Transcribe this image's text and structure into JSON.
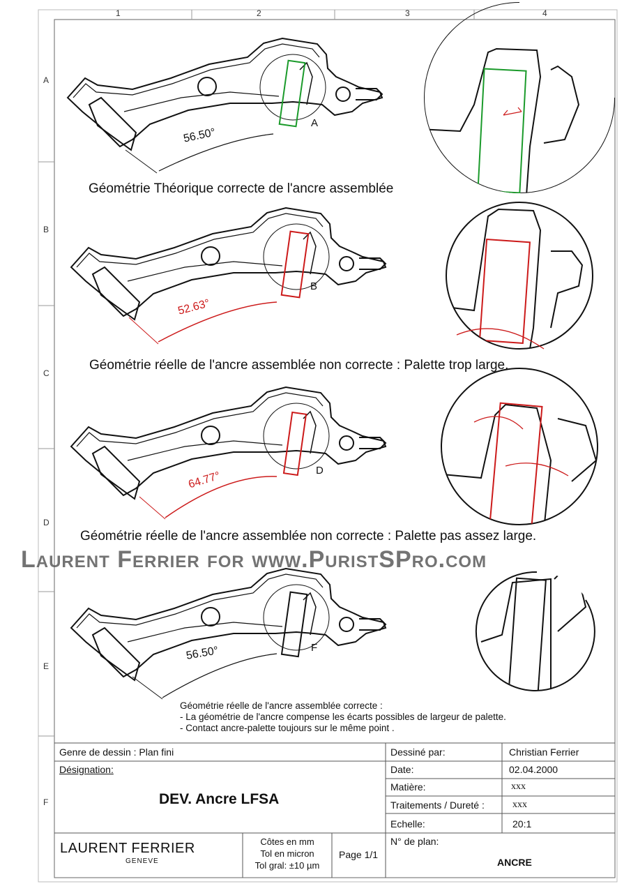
{
  "frame": {
    "columns": [
      "1",
      "2",
      "3",
      "4"
    ],
    "rows": [
      "A",
      "B",
      "C",
      "D",
      "E",
      "F"
    ]
  },
  "views": [
    {
      "angle": "56.50°",
      "detail_label": "A",
      "caption": "Géométrie Théorique correcte de l'ancre assemblée",
      "color": "#1a9a2a"
    },
    {
      "angle": "52.63°",
      "detail_label": "B",
      "caption": "Géométrie réelle de l'ancre assemblée non correcte : Palette trop large.",
      "color": "#cc1a1a"
    },
    {
      "angle": "64.77°",
      "detail_label": "D",
      "caption": "Géométrie réelle de l'ancre assemblée non correcte : Palette pas assez large.",
      "color": "#cc1a1a"
    },
    {
      "angle": "56.50°",
      "detail_label": "F",
      "caption_lines": [
        "Géométrie réelle de l'ancre assemblée correcte :",
        "- La géométrie de l'ancre compense les écarts possibles de largeur de palette.",
        "- Contact ancre-palette toujours sur le même point ."
      ],
      "color": "#111111"
    }
  ],
  "title_block": {
    "genre": "Genre de dessin : Plan fini",
    "designation_label": "Désignation:",
    "designation": "DEV. Ancre LFSA",
    "drawn_by_label": "Dessiné par:",
    "drawn_by": "Christian Ferrier",
    "date_label": "Date:",
    "date": "02.04.2000",
    "material_label": "Matière:",
    "material": "xxx",
    "treatment_label": "Traitements / Dureté :",
    "treatment": "xxx",
    "scale_label": "Echelle:",
    "scale": "20:1",
    "plan_no_label": "N° de plan:",
    "plan_no": "ANCRE",
    "logo": "LAURENT FERRIER",
    "logo_sub": "GENEVE",
    "dims": [
      "Côtes en mm",
      "Tol en micron",
      "Tol gral: ±10 µm"
    ],
    "page": "Page 1/1"
  },
  "watermark": "Laurent Ferrier for www.PuristSPro.com"
}
